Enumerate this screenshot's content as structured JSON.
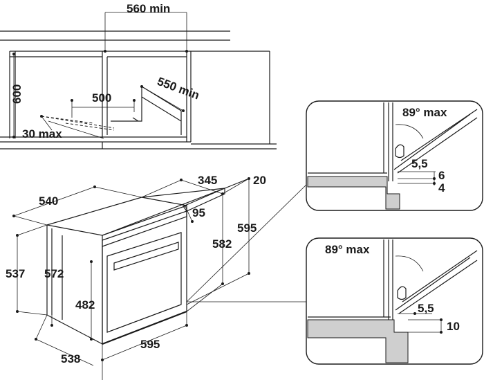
{
  "top_view": {
    "niche_width": "560 min",
    "niche_height": "600",
    "inner_width": "500",
    "depth": "550 min",
    "vent_opening": "30 max"
  },
  "main_view": {
    "width_top": "540",
    "depth_top": "345",
    "panel_thickness": "20",
    "offset": "95",
    "door_height": "582",
    "total_height": "595",
    "height_left": "537",
    "cavity_height": "572",
    "front_height": "482",
    "depth_bottom": "538",
    "width_bottom": "595"
  },
  "detail_top": {
    "angle": "89° max",
    "gap": "5,5",
    "gap2": "6",
    "gap3": "4"
  },
  "detail_bottom": {
    "angle": "89° max",
    "gap": "5,5",
    "gap2": "10"
  }
}
